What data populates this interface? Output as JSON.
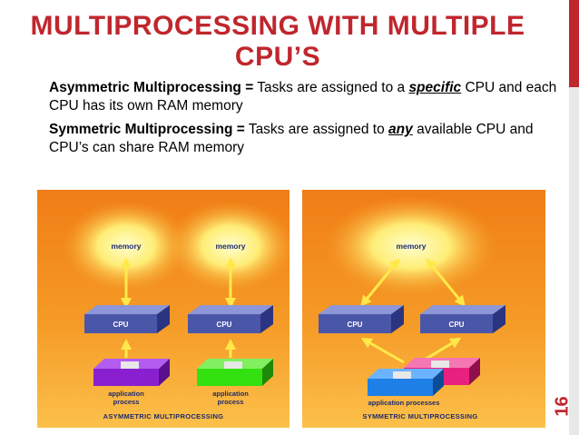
{
  "slide": {
    "title": "MULTIPROCESSING WITH MULTIPLE CPU’S",
    "page_number": "16",
    "bullets": [
      {
        "term": "Asymmetric Multiprocessing =",
        "before": "Tasks are assigned to a",
        "emphasis": "specific",
        "after": "CPU and each CPU has its own RAM memory"
      },
      {
        "term": "Symmetric Multiprocessing =",
        "before": "Tasks are assigned to",
        "emphasis": "any",
        "after": "available CPU and CPU’s can share RAM memory"
      }
    ]
  },
  "diagrams": {
    "asymmetric": {
      "memory_1": "memory",
      "memory_2": "memory",
      "cpu_1": "CPU",
      "cpu_2": "CPU",
      "process_1_line1": "application",
      "process_1_line2": "process",
      "process_2_line1": "application",
      "process_2_line2": "process",
      "caption": "ASYMMETRIC MULTIPROCESSING"
    },
    "symmetric": {
      "memory": "memory",
      "cpu_1": "CPU",
      "cpu_2": "CPU",
      "processes": "application processes",
      "caption": "SYMMETRIC MULTIPROCESSING"
    }
  },
  "colors": {
    "accent": "#c0262d",
    "cpu": "#4a56a8",
    "arrow": "#ffe94a",
    "disk_purple": "#8a1fd0",
    "disk_green": "#33e010",
    "disk_blue": "#1e7fe6",
    "disk_magenta": "#e8207e"
  }
}
